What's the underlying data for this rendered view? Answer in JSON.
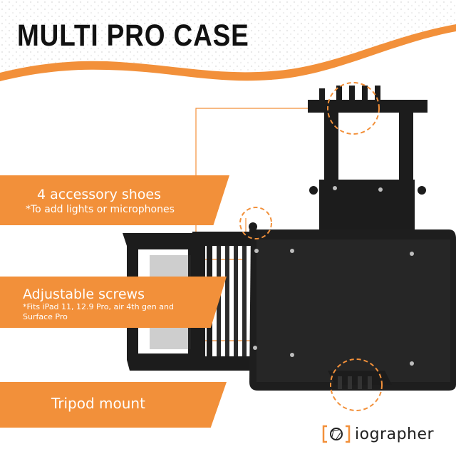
{
  "title": "MULTI PRO CASE",
  "features": [
    {
      "label": "4 accessory shoes",
      "note": "*To add lights or microphones"
    },
    {
      "label": "Adjustable screws",
      "note": "*Fits iPad 11, 12.9 Pro, air 4th gen and Surface Pro"
    },
    {
      "label": "Tripod mount",
      "note": ""
    }
  ],
  "brand": {
    "name": "iographer",
    "logo_icon": "aperture-bracket-icon"
  },
  "colors": {
    "accent": "#f2903a",
    "product": "#1c1c1c",
    "background": "#ffffff"
  }
}
